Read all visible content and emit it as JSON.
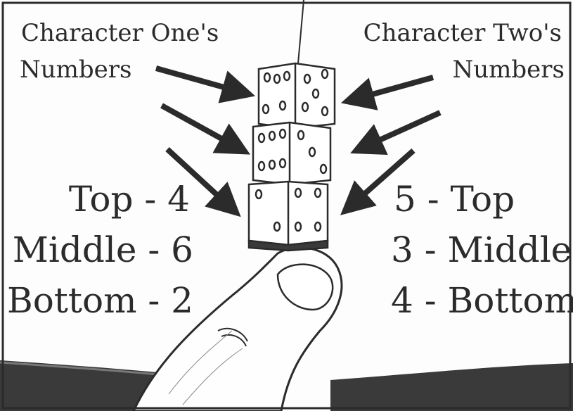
{
  "headers": {
    "left_line1": "Character One's",
    "left_line2": "Numbers",
    "right_line1": "Character Two's",
    "right_line2": "Numbers"
  },
  "character_one": {
    "top": "Top - 4",
    "middle": "Middle - 6",
    "bottom": "Bottom - 2"
  },
  "character_two": {
    "top": "5 - Top",
    "middle": "3 - Middle",
    "bottom": "4 - Bottom"
  },
  "colors": {
    "ink": "#2b2b2b",
    "paper": "#fdfdfd",
    "shadow": "#3a3a3a"
  }
}
